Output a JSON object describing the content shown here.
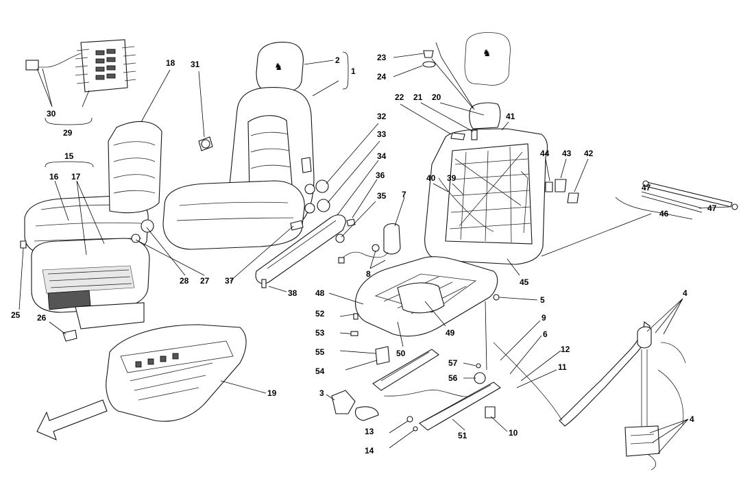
{
  "diagram": {
    "callouts": {
      "c1": "1",
      "c2": "2",
      "c3": "3",
      "c4a": "4",
      "c4b": "4",
      "c5": "5",
      "c6": "6",
      "c7": "7",
      "c8": "8",
      "c9": "9",
      "c10": "10",
      "c11": "11",
      "c12": "12",
      "c13": "13",
      "c14": "14",
      "c15": "15",
      "c16": "16",
      "c17": "17",
      "c18": "18",
      "c19": "19",
      "c20": "20",
      "c21": "21",
      "c22": "22",
      "c23": "23",
      "c24": "24",
      "c25": "25",
      "c26": "26",
      "c27": "27",
      "c28": "28",
      "c29": "29",
      "c30": "30",
      "c31": "31",
      "c32": "32",
      "c33": "33",
      "c34": "34",
      "c35": "35",
      "c36": "36",
      "c37": "37",
      "c38": "38",
      "c39": "39",
      "c40": "40",
      "c41": "41",
      "c42": "42",
      "c43": "43",
      "c44": "44",
      "c45": "45",
      "c46": "46",
      "c47a": "47",
      "c47b": "47",
      "c48": "48",
      "c49": "49",
      "c50": "50",
      "c51": "51",
      "c52": "52",
      "c53": "53",
      "c54": "54",
      "c55": "55",
      "c56": "56",
      "c57": "57"
    }
  }
}
